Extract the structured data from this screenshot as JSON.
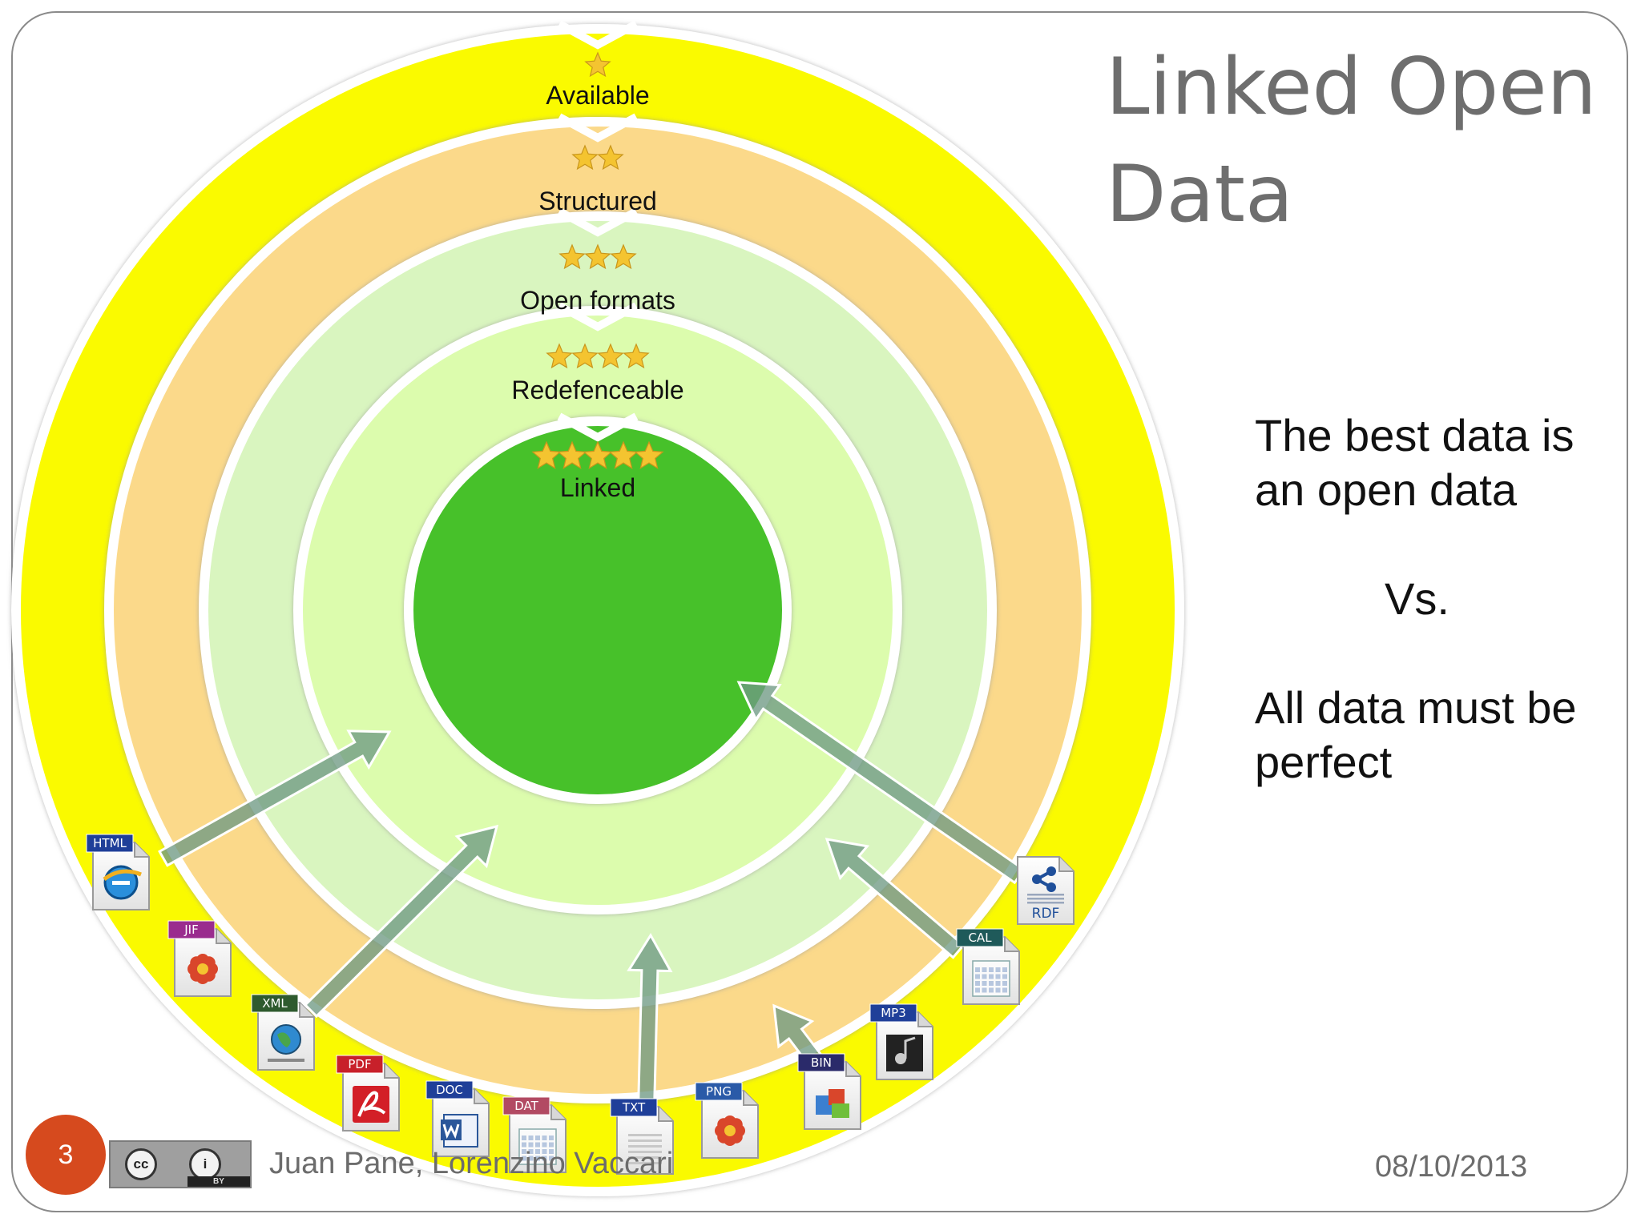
{
  "slide": {
    "title_lines": [
      "Linked Open",
      "Data"
    ],
    "body": {
      "line1": "The best data is",
      "line2": "an open data",
      "vs": "Vs.",
      "line3": "All data must be",
      "line4": "perfect"
    },
    "footer": {
      "slide_number": "3",
      "authors": "Juan Pane, Lorenzino Vaccari",
      "date": "08/10/2013",
      "license_badge": {
        "cc": "cc",
        "by": "BY"
      }
    }
  },
  "diagram": {
    "rings": [
      {
        "label": "Available",
        "stars": 1,
        "color": "#fafa00"
      },
      {
        "label": "Structured",
        "stars": 2,
        "color": "#fbd98a"
      },
      {
        "label": "Open formats",
        "stars": 3,
        "color": "#d9f5bf"
      },
      {
        "label": "Redefenceable",
        "stars": 4,
        "color": "#dcfcad"
      },
      {
        "label": "Linked",
        "stars": 5,
        "color": "#47c12a"
      }
    ],
    "star_color": "#f4c430",
    "formats": [
      {
        "label": "HTML",
        "tag_color": "#1f3f99",
        "icon": "internet-explorer-icon"
      },
      {
        "label": "JIF",
        "tag_color": "#9a2c8e",
        "icon": "flower-image-icon"
      },
      {
        "label": "XML",
        "tag_color": "#2e5a2e",
        "icon": "globe-icon"
      },
      {
        "label": "PDF",
        "tag_color": "#c8202a",
        "icon": "acrobat-icon"
      },
      {
        "label": "DOC",
        "tag_color": "#1f3f99",
        "icon": "word-document-icon"
      },
      {
        "label": "DAT",
        "tag_color": "#b24a63",
        "icon": "calendar-grid-icon"
      },
      {
        "label": "TXT",
        "tag_color": "#1f3f99",
        "icon": "text-file-icon"
      },
      {
        "label": "PNG",
        "tag_color": "#2a5aa8",
        "icon": "flower-image-icon"
      },
      {
        "label": "BIN",
        "tag_color": "#2a2a6a",
        "icon": "binary-blocks-icon"
      },
      {
        "label": "MP3",
        "tag_color": "#1f3f99",
        "icon": "music-icon"
      },
      {
        "label": "CAL",
        "tag_color": "#1f5a5a",
        "icon": "calendar-grid-icon"
      },
      {
        "label": "RDF",
        "tag_color": "",
        "icon": "rdf-share-icon"
      }
    ],
    "arrow_color": "#6f9a84"
  }
}
